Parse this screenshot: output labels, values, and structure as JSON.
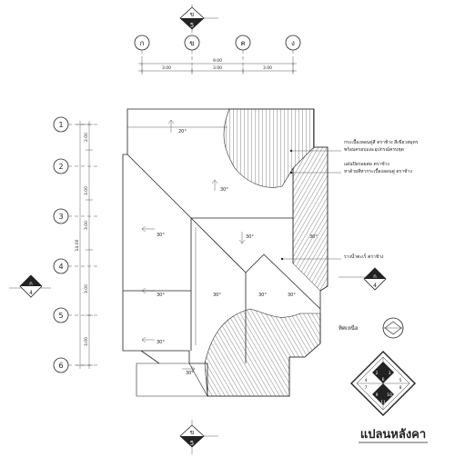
{
  "title": "แปลนหลังคา",
  "north_label": "ทิศเหนือ",
  "grid_top": [
    "ก",
    "ข",
    "ค",
    "ง"
  ],
  "grid_left": [
    "1",
    "2",
    "3",
    "4",
    "5",
    "6"
  ],
  "dim_top_total": "9.00",
  "dim_top_parts": [
    "3.00",
    "3.00",
    "3.00"
  ],
  "dim_left_total": "14.00",
  "dim_left_parts": [
    "2.00",
    "3.00",
    "3.00",
    "3.00",
    "3.00"
  ],
  "section_top": {
    "top": "ข",
    "bottom": "5"
  },
  "section_bottom": {
    "top": "ข",
    "bottom": "5"
  },
  "section_left": {
    "top": "ก",
    "bottom": "4"
  },
  "section_right": {
    "top": "ก",
    "bottom": "4"
  },
  "notes": {
    "n1a": "กระเบื้องลอนคู่สี ตราช้าง สีเขียวสมุทร",
    "n1b": "พร้อมครอบและอุปกรณ์ครบชุด",
    "n2a": "แผ่นปิดรอยต่อ ตราช้าง",
    "n2b": "หาด้วยสีทากระเบื้องลอนคู่ ตราช้าง",
    "n3": "รางน้ำตะเร็ ตราช้าง"
  },
  "slopes": [
    "20°",
    "30°",
    "30°",
    "30°",
    "30°",
    "30°",
    "30°",
    "30°",
    "30°",
    "30°",
    "30°"
  ],
  "key_plan": [
    "1",
    "2",
    "3",
    "4",
    "5",
    "6",
    "7",
    "8",
    "9",
    "10",
    "11"
  ]
}
